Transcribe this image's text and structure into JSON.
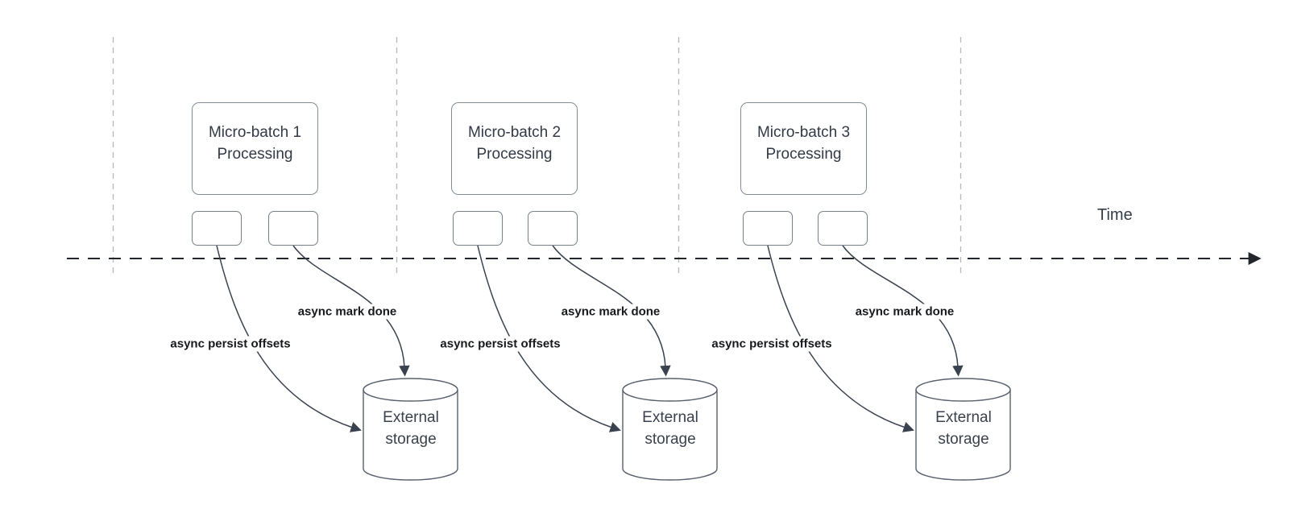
{
  "diagram": {
    "time_label": "Time",
    "batches": [
      {
        "processing_label": "Micro-batch 1 Processing",
        "persist_arrow_label": "async persist offsets",
        "mark_done_arrow_label": "async mark done",
        "storage_label": "External storage"
      },
      {
        "processing_label": "Micro-batch 2 Processing",
        "persist_arrow_label": "async persist offsets",
        "mark_done_arrow_label": "async mark done",
        "storage_label": "External storage"
      },
      {
        "processing_label": "Micro-batch 3 Processing",
        "persist_arrow_label": "async persist offsets",
        "mark_done_arrow_label": "async mark done",
        "storage_label": "External storage"
      }
    ],
    "colors": {
      "background": "#ffffff",
      "connector_stroke": "#39424e",
      "shape_stroke": "#828c96",
      "cylinder_stroke": "#57606c",
      "guide_line": "#b4b9be",
      "time_line": "#23262b",
      "shape_text": "#333a45",
      "arrow_label_text": "#17191c"
    }
  }
}
